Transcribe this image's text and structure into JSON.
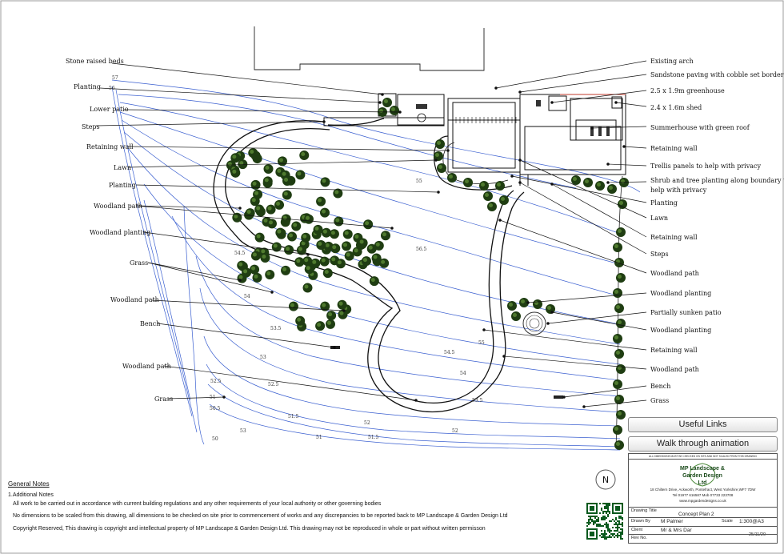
{
  "labels": {
    "left": [
      {
        "text": "Stone raised beds"
      },
      {
        "text": "Planting"
      },
      {
        "text": "Lower patio"
      },
      {
        "text": "Steps"
      },
      {
        "text": "Retaining wall"
      },
      {
        "text": "Lawn"
      },
      {
        "text": "Planting"
      },
      {
        "text": "Woodland path"
      },
      {
        "text": "Woodland planting"
      },
      {
        "text": "Grass"
      },
      {
        "text": "Woodland path"
      },
      {
        "text": "Bench"
      },
      {
        "text": "Woodland path"
      },
      {
        "text": "Grass"
      }
    ],
    "right": [
      {
        "text": "Existing arch"
      },
      {
        "text": "Sandstone paving with cobble set border patio"
      },
      {
        "text": "2.5 x 1.9m greenhouse"
      },
      {
        "text": "2.4 x 1.6m shed"
      },
      {
        "text": "Summerhouse with green roof"
      },
      {
        "text": "Retaining wall"
      },
      {
        "text": "Trellis panels to help with privacy"
      },
      {
        "text": "Shrub and tree planting along boundary to"
      },
      {
        "text": "help with privacy"
      },
      {
        "text": "Planting"
      },
      {
        "text": "Lawn"
      },
      {
        "text": "Retaining wall"
      },
      {
        "text": "Steps"
      },
      {
        "text": "Woodland path"
      },
      {
        "text": "Woodland planting"
      },
      {
        "text": "Partially sunken patio"
      },
      {
        "text": "Woodland planting"
      },
      {
        "text": "Retaining wall"
      },
      {
        "text": "Woodland path"
      },
      {
        "text": "Bench"
      },
      {
        "text": "Grass"
      }
    ]
  },
  "contours": [
    "57",
    "56",
    "55",
    "54.5",
    "54",
    "53.5",
    "53",
    "52.5",
    "52",
    "51.5",
    "51",
    "50.5",
    "50",
    "56.5",
    "55",
    "54.5",
    "54",
    "53.5",
    "52",
    "51.5",
    "52.5",
    "53",
    "51"
  ],
  "north": {
    "letter": "N"
  },
  "links": {
    "useful": "Useful Links",
    "walk": "Walk through animation"
  },
  "notes": {
    "heading": "General Notes",
    "item1": "1.Additional Notes",
    "line1": "All work to be carried out in accordance with current building regulations and any other requirements of your local authority or other governing bodies",
    "line2": "No dimensions to be scaled from this drawing, all dimensions to be checked on site prior to commencement of works and any discrepancies to be reported back to MP Landscape & Garden Design Ltd",
    "line3": "Copyright Reserved, This drawing is copyright and intellectual property of MP Landscape & Garden Design Ltd. This drawing may not be reproduced in whole or part without written permisson"
  },
  "titleblock": {
    "disclaimer": "ALL DIMENSIONS MUST BE CHECKED ON SITE AND NOT SCALED FROM THIS DRAWING",
    "company": "MP Landscape & Garden Design Ltd",
    "address": "18 Chiltern Drive, Ackworth, Pontefract, West Yorkshire,WF7 7DW",
    "phones": "Tel 01977 616587  Mob 07733 223708",
    "web": "www.mpgardendesigns.co.uk",
    "drawing_title_label": "Drawing Title",
    "drawing_title": "Concept Plan 2",
    "drawn_by_label": "Drawn By",
    "drawn_by": "M Palmer",
    "scale_label": "Scale",
    "scale": "1:300@A3",
    "client_label": "Client",
    "client": "Mr & Mrs Dar",
    "date": "25/11/20",
    "rev_label": "Rev No."
  },
  "colors": {
    "contour": "#3a5fd0",
    "tree": "#1f3d12",
    "tree_highlight": "#4f7a2e",
    "line": "#111111"
  }
}
